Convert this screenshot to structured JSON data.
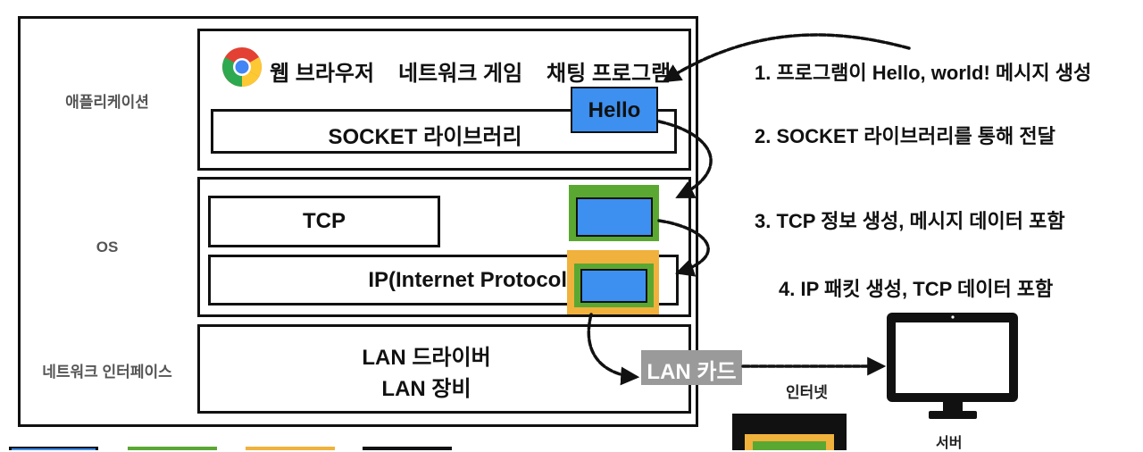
{
  "layers": {
    "application": "애플리케이션",
    "os": "OS",
    "network_interface": "네트워크 인터페이스"
  },
  "apps": {
    "browser": "웹 브라우저",
    "game": "네트워크 게임",
    "chat": "채팅 프로그램"
  },
  "socket_library": "SOCKET 라이브러리",
  "hello_label": "Hello",
  "tcp": "TCP",
  "ip": "IP(Internet Protocol)",
  "lan_driver": "LAN 드라이버",
  "lan_equipment": "LAN 장비",
  "lan_card": "LAN 카드",
  "internet": "인터넷",
  "server": "서버",
  "steps": [
    "1. 프로그램이 Hello, world! 메시지 생성",
    "2. SOCKET 라이브러리를 통해 전달",
    "3. TCP 정보 생성, 메시지 데이터 포함",
    "4. IP 패킷 생성, TCP 데이터 포함"
  ],
  "colors": {
    "message": "#3d8ff0",
    "tcp_segment": "#5aa832",
    "ip_packet": "#f0b23c",
    "lan_card": "#9a9a9a",
    "outline": "#111111"
  },
  "icons": [
    "chrome-icon",
    "monitor-icon"
  ]
}
